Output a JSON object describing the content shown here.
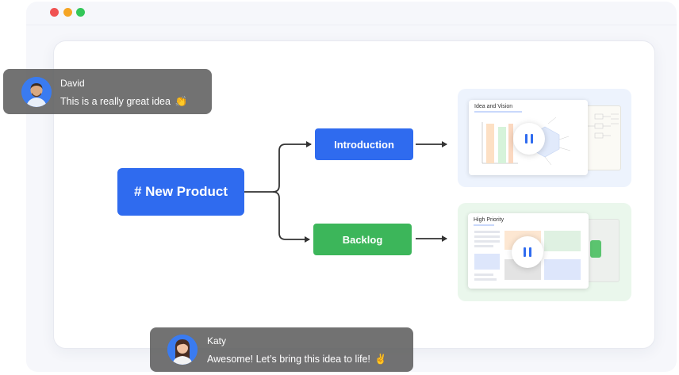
{
  "window": {
    "controls": [
      "close",
      "minimize",
      "maximize"
    ]
  },
  "mindmap": {
    "root_label": "# New Product",
    "branches": [
      {
        "label": "Introduction",
        "color": "#2f6bef",
        "preview_title": "Idea and Vision"
      },
      {
        "label": "Backlog",
        "color": "#3cb65a",
        "preview_title": "High Priority"
      }
    ]
  },
  "chat": {
    "david": {
      "name": "David",
      "message": "This is a really great idea",
      "emoji": "👏"
    },
    "katy": {
      "name": "Katy",
      "message": "Awesome! Let’s bring this idea to life!",
      "emoji": "✌️"
    }
  },
  "colors": {
    "accent_blue": "#2f6bef",
    "accent_green": "#3cb65a",
    "bubble_bg": "#5f5f5f"
  },
  "icons": {
    "pause": "pause-icon"
  }
}
